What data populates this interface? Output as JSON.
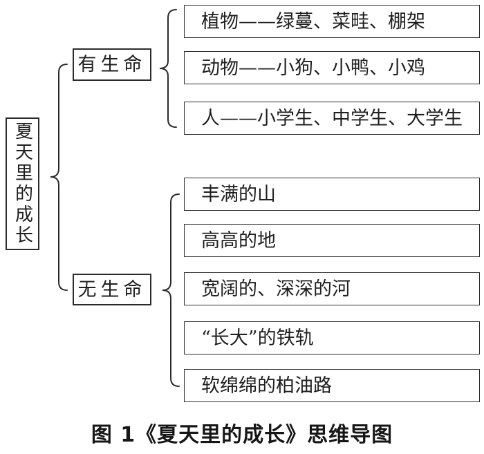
{
  "diagram": {
    "root": {
      "label": "夏天里的成长"
    },
    "branches": [
      {
        "label": "有生命",
        "children": [
          "植物——绿蔓、菜畦、棚架",
          "动物——小狗、小鸭、小鸡",
          "人——小学生、中学生、大学生"
        ]
      },
      {
        "label": "无生命",
        "children": [
          "丰满的山",
          "高高的地",
          "宽阔的、深深的河",
          "“长大”的铁轨",
          "软绵绵的柏油路"
        ]
      }
    ],
    "caption": "图 1《夏天里的成长》思维导图",
    "colors": {
      "line": "#2b2b2b",
      "text": "#1f1f1f",
      "background": "#ffffff"
    }
  }
}
